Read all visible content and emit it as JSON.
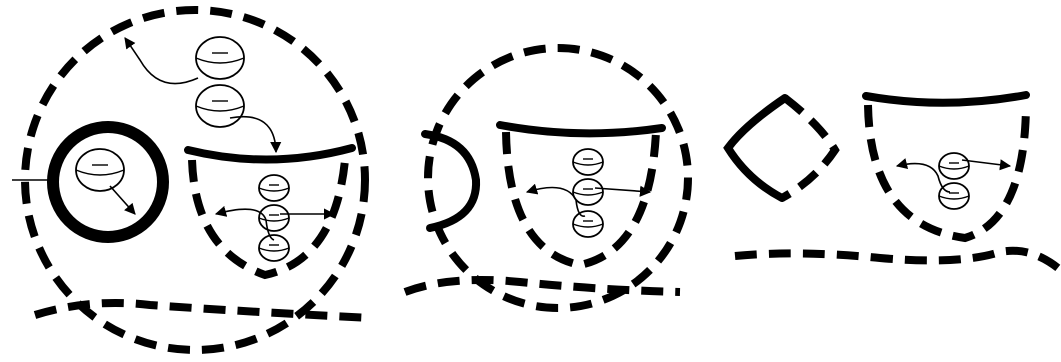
{
  "figure": {
    "panels": [
      {
        "name": "panel-1",
        "components": [
          "outer-dashed-circle",
          "solid-ring",
          "dashed-bowl",
          "wavy-dashed-line",
          "balls"
        ]
      },
      {
        "name": "panel-2",
        "components": [
          "dashed-circle",
          "solid-bracket",
          "dashed-bowl",
          "wavy-dashed-line",
          "balls"
        ]
      },
      {
        "name": "panel-3",
        "components": [
          "diamond-loop",
          "dashed-bowl",
          "wavy-dashed-line",
          "balls"
        ]
      }
    ],
    "colors": {
      "stroke": "#000000",
      "background": "#ffffff"
    }
  }
}
